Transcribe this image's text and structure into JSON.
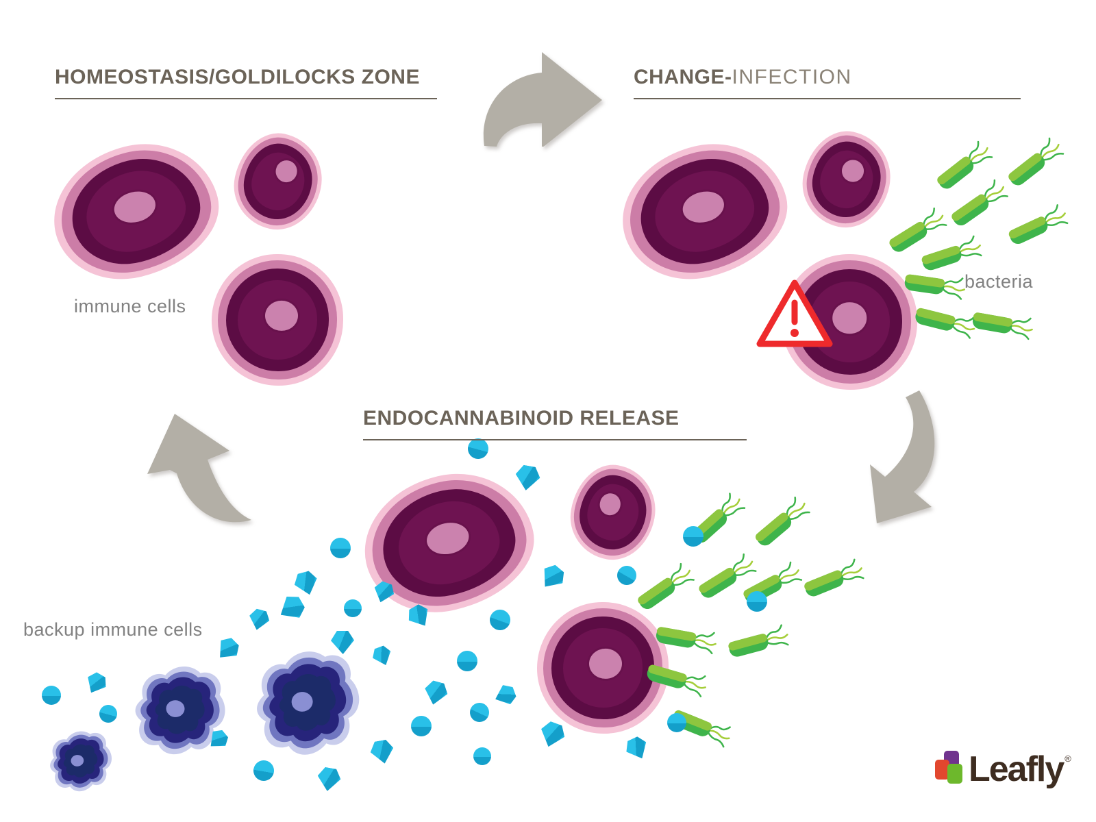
{
  "sections": {
    "homeostasis": {
      "title": "HOMEOSTASIS/GOLDILOCKS ZONE",
      "label": "immune cells"
    },
    "infection": {
      "title_bold": "CHANGE-",
      "title_regular": "INFECTION",
      "label": "bacteria"
    },
    "release": {
      "title": "ENDOCANNABINOID RELEASE",
      "label": "backup immune cells"
    }
  },
  "logo": {
    "text": "Leafly",
    "registered": "®"
  },
  "icons": {
    "arrow_top": "curved-arrow-right-icon",
    "arrow_right": "curved-arrow-down-left-icon",
    "arrow_left": "curved-arrow-up-icon",
    "warning": "warning-triangle-icon",
    "bacterium": "bacterium-icon",
    "particle": "endocannabinoid-particle",
    "immune_cell": "immune-cell",
    "backup_cell": "backup-immune-cell",
    "logo_mark": "leafly-leaf-mark"
  },
  "colors": {
    "title_text": "#6b6358",
    "title_text_light": "#8a8276",
    "label_text": "#818181",
    "arrow": "#b3afa6",
    "warning_red": "#ee2a2c",
    "cell_outer": "#f5c3d6",
    "cell_ring": "#cc7da7",
    "cell_body": "#5c0c44",
    "cell_inner": "#6e1351",
    "cell_nucleus": "#cb82ae",
    "bacteria_light": "#8dc63f",
    "bacteria_dark": "#3eb44b",
    "bacteria_flagella": "#a5ce39",
    "endocannabinoid": "#29c0e8",
    "endocannabinoid_dark": "#149fca",
    "endocannabinoid_mid": "#1db5e0",
    "backup_outer": "#c9cdec",
    "backup_ring": "#7076c0",
    "backup_body": "#27247b",
    "backup_inner": "#1c2b69",
    "backup_nucleus": "#8a8fd3",
    "leafly_text": "#3e2d21",
    "leafly_orange": "#e2472e",
    "leafly_purple": "#70338e",
    "leafly_green": "#6db82c"
  }
}
